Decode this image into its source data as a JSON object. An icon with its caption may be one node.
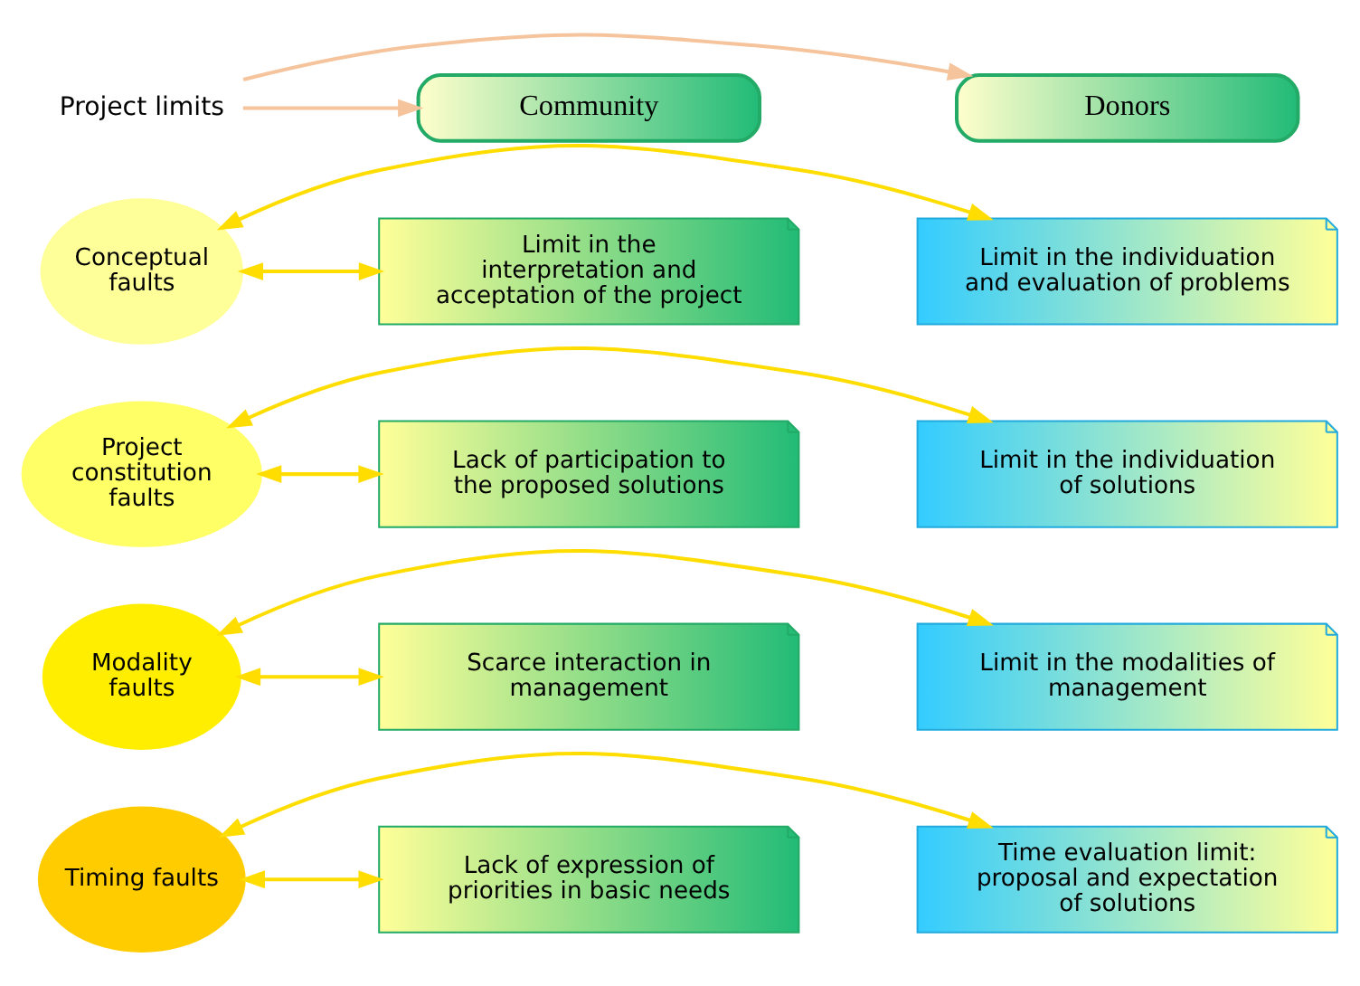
{
  "diagram": {
    "nodes": [
      {
        "text": [
          "Project limits"
        ]
      },
      {
        "text": [
          "Donors"
        ]
      },
      {
        "text": [
          "Community"
        ]
      },
      {
        "text": [
          "Limit in the individuation and evaluation of problems"
        ]
      },
      {
        "text": [
          "Conceptual faults"
        ]
      },
      {
        "text": [
          "Limit in the interpretation and acceptation of the project"
        ]
      },
      {
        "text": [
          "Limit in the individuation of solutions"
        ]
      },
      {
        "text": [
          "Project constitution faults"
        ]
      },
      {
        "text": [
          "Lack of participation to the proposed solutions"
        ]
      },
      {
        "text": [
          "Limit in the modalities of management"
        ]
      },
      {
        "text": [
          "Modality faults"
        ]
      },
      {
        "text": [
          "Scarce interaction in management"
        ]
      },
      {
        "text": [
          "Time evaluation limit: proposal and expectation of solutions"
        ]
      },
      {
        "text": [
          "Timing faults"
        ]
      },
      {
        "text": [
          "Lack of expression of priorities in basic needs"
        ]
      }
    ],
    "edges": [
      {
        "from": 0,
        "to": 1,
        "arrow": "to",
        "color": "#f5c49c"
      },
      {
        "from": 0,
        "to": 2,
        "arrow": "to",
        "color": "#f5c49c"
      },
      {
        "from": 3,
        "to": 4,
        "arrow": "both"
      },
      {
        "from": 4,
        "to": 5,
        "arrow": "both"
      },
      {
        "from": 6,
        "to": 7,
        "arrow": "both"
      },
      {
        "from": 7,
        "to": 8,
        "arrow": "both"
      },
      {
        "from": 9,
        "to": 10,
        "arrow": "both"
      },
      {
        "from": 10,
        "to": 11,
        "arrow": "both"
      },
      {
        "from": 12,
        "to": 13,
        "arrow": "both"
      },
      {
        "from": 13,
        "to": 14,
        "arrow": "both"
      }
    ]
  }
}
